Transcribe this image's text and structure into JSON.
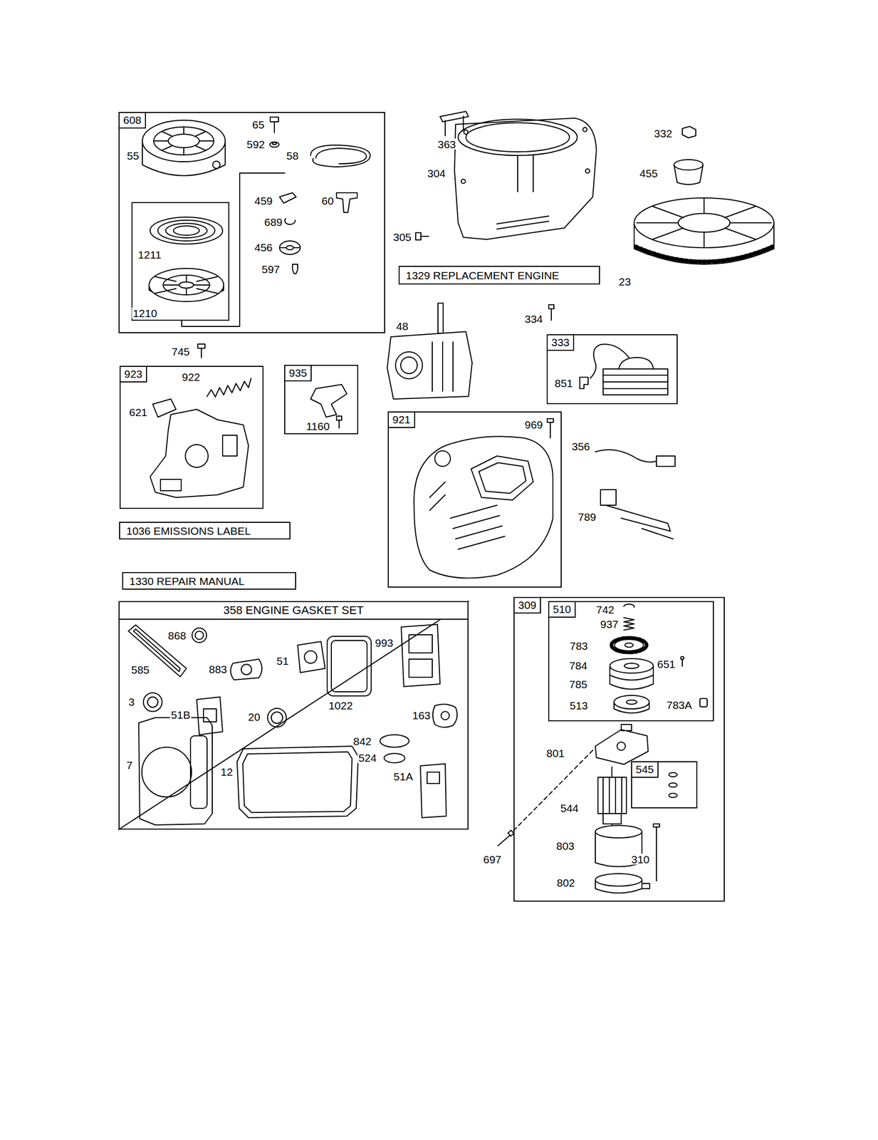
{
  "diagram": {
    "nodes": [
      {
        "text": [
          "608",
          "65",
          "592",
          "55",
          "58",
          "459",
          "60",
          "689",
          "456",
          "597"
        ]
      },
      {
        "text": [
          "1211",
          "1210"
        ],
        "in": 0
      },
      {
        "text": [
          "1329 REPLACEMENT ENGINE"
        ]
      },
      {
        "text": [
          "923",
          "922",
          "621"
        ]
      },
      {
        "text": [
          "935",
          "1160"
        ]
      },
      {
        "text": [
          "333",
          "851"
        ]
      },
      {
        "text": [
          "921",
          "969"
        ]
      },
      {
        "text": [
          "1036 EMISSIONS LABEL"
        ]
      },
      {
        "text": [
          "1330 REPAIR MANUAL"
        ]
      },
      {
        "text": [
          "358 ENGINE GASKET SET",
          "868",
          "585",
          "883",
          "51",
          "993",
          "3",
          "51B",
          "20",
          "1022",
          "163",
          "7",
          "12",
          "842",
          "524",
          "51A"
        ]
      },
      {
        "text": [
          "309",
          "801",
          "544",
          "803",
          "802",
          "310"
        ]
      },
      {
        "text": [
          "510",
          "742",
          "937",
          "783",
          "784",
          "785",
          "651",
          "513",
          "783A"
        ],
        "in": 10
      },
      {
        "text": [
          "545"
        ],
        "in": 10
      }
    ],
    "labels": [
      "363",
      "304",
      "305",
      "332",
      "455",
      "23",
      "48",
      "334",
      "745",
      "356",
      "789",
      "697"
    ]
  }
}
